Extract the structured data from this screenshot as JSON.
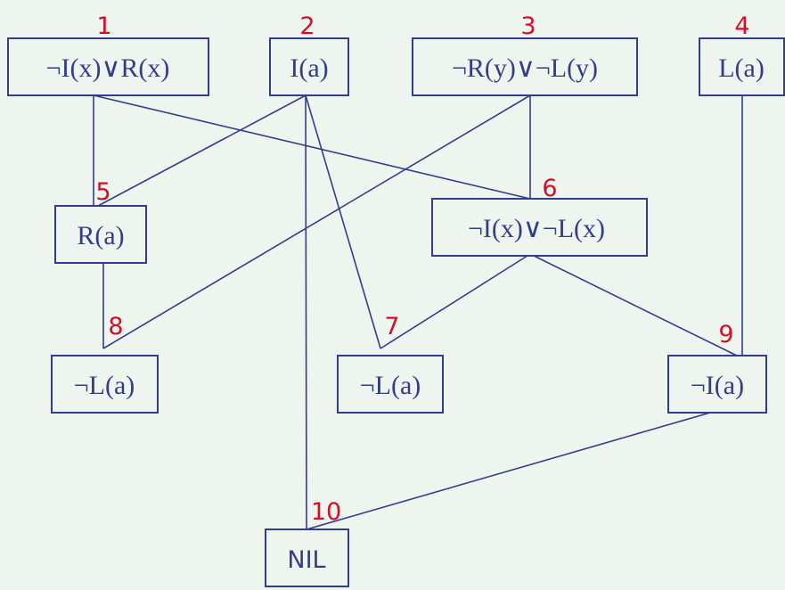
{
  "colors": {
    "line": "#333d8a",
    "number": "#d0102a",
    "background": "#eef5ee"
  },
  "nodes": [
    {
      "id": "1",
      "number": "1",
      "clause": "¬I(x)∨R(x)"
    },
    {
      "id": "2",
      "number": "2",
      "clause": "I(a)"
    },
    {
      "id": "3",
      "number": "3",
      "clause": "¬R(y)∨¬L(y)"
    },
    {
      "id": "4",
      "number": "4",
      "clause": "L(a)"
    },
    {
      "id": "5",
      "number": "5",
      "clause": "R(a)"
    },
    {
      "id": "6",
      "number": "6",
      "clause": "¬I(x)∨¬L(x)"
    },
    {
      "id": "7",
      "number": "7",
      "clause": "¬L(a)"
    },
    {
      "id": "8",
      "number": "8",
      "clause": "¬L(a)"
    },
    {
      "id": "9",
      "number": "9",
      "clause": "¬I(a)"
    },
    {
      "id": "10",
      "number": "10",
      "clause": "NIL"
    }
  ],
  "edges": [
    [
      "1",
      "5"
    ],
    [
      "2",
      "5"
    ],
    [
      "1",
      "6"
    ],
    [
      "3",
      "6"
    ],
    [
      "5",
      "8"
    ],
    [
      "3",
      "8"
    ],
    [
      "2",
      "7"
    ],
    [
      "6",
      "7"
    ],
    [
      "6",
      "9"
    ],
    [
      "4",
      "9"
    ],
    [
      "2",
      "10"
    ],
    [
      "9",
      "10"
    ]
  ]
}
